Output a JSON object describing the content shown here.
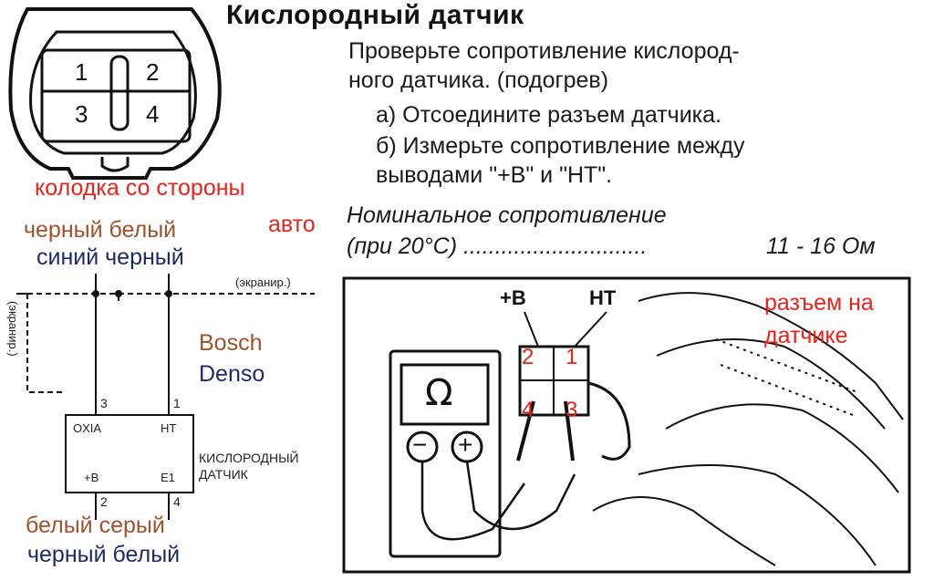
{
  "title": "Кислородный датчик",
  "instructions": {
    "line1": "Проверьте сопротивление кислород-",
    "line2": "ного датчика. (подогрев)",
    "step_a": "а) Отсоедините разъем датчика.",
    "step_b1": "б) Измерьте сопротивление между",
    "step_b2": "выводами \"+В\" и \"НТ\"."
  },
  "nominal": {
    "line1": "Номинальное сопротивление",
    "line2_prefix": "(при 20°С) .............................",
    "value": "11 - 16 Ом"
  },
  "connector": {
    "pins": [
      "1",
      "2",
      "3",
      "4"
    ],
    "caption_line1": "колодка со стороны",
    "caption_line2": "авто"
  },
  "wire_colors": {
    "bosch_top": "черный  белый",
    "denso_top": "синий  черный",
    "bosch_bottom": "белый серый",
    "denso_bottom": "черный белый"
  },
  "brands": {
    "bosch": "Bosch",
    "denso": "Denso"
  },
  "schematic": {
    "shield_label": "(экранир.)",
    "side_label": "(экранир.)",
    "pin_top_left": "3",
    "pin_top_right": "1",
    "pin_bottom_left": "2",
    "pin_bottom_right": "4",
    "box_oxia": "OXIA",
    "box_ht": "HT",
    "box_plusb": "+B",
    "box_e1": "E1",
    "sensor_label_1": "КИСЛОРОДНЫЙ",
    "sensor_label_2": "ДАТЧИК"
  },
  "photo": {
    "label_plusb": "+B",
    "label_ht": "HT",
    "ohm_symbol": "Ω",
    "minus": "−",
    "plus": "+",
    "pin_labels": [
      "2",
      "1",
      "4",
      "3"
    ],
    "caption_line1": "разъем на",
    "caption_line2": "датчике"
  },
  "colors": {
    "annotation_red": "#e8231c",
    "annotation_brown": "#a0522d",
    "annotation_navy": "#1f2a6b"
  }
}
